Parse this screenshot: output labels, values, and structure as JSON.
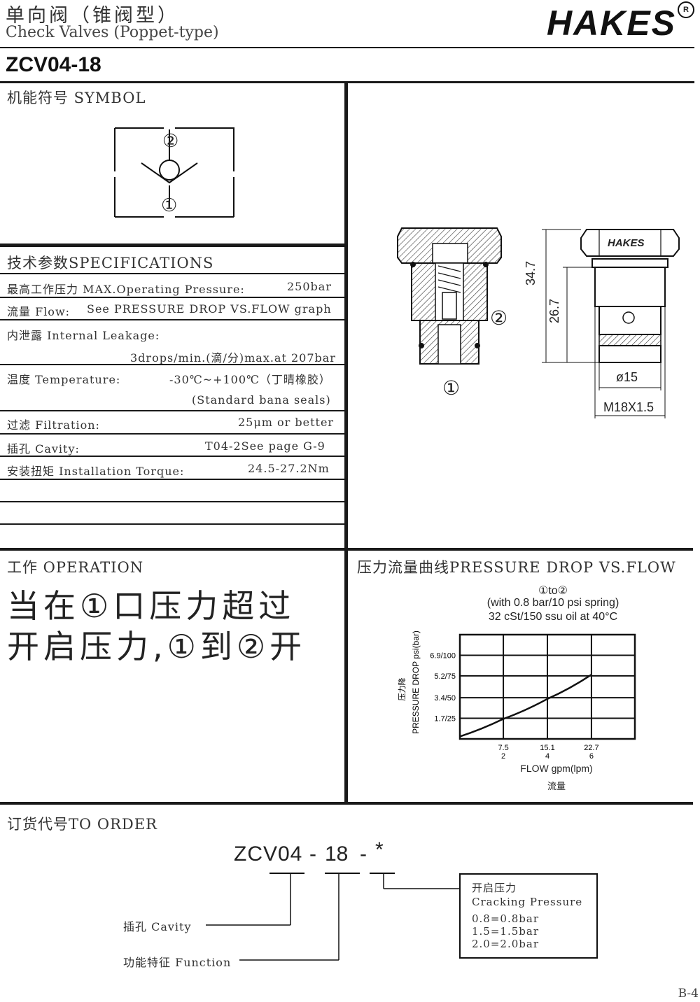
{
  "header": {
    "title_cn": "单向阀（锥阀型）",
    "title_en": "Check Valves (Poppet-type)",
    "brand": "HAKES",
    "registered_mark": "R",
    "model": "ZCV04-18"
  },
  "symbol": {
    "label": "机能符号 SYMBOL",
    "port_top": "②",
    "port_bottom": "①"
  },
  "specs": {
    "label": "技术参数SPECIFICATIONS",
    "rows": [
      {
        "name": "最高工作压力 MAX.Operating Pressure:",
        "value": "250bar"
      },
      {
        "name": "流量 Flow:",
        "value": "See PRESSURE DROP VS.FLOW graph"
      },
      {
        "name": "内泄露 Internal Leakage:",
        "value": ""
      },
      {
        "name": "",
        "value": "3drops/min.(滴/分)max.at 207bar"
      },
      {
        "name": "温度 Temperature:",
        "value": "-30℃~+100℃（丁晴橡胶）"
      },
      {
        "name": "",
        "value": "(Standard bana seals)"
      },
      {
        "name": "过滤 Filtration:",
        "value": "25μm or better"
      },
      {
        "name": "插孔 Cavity:",
        "value": "T04-2See page G-9"
      },
      {
        "name": "安装扭矩 Installation Torque:",
        "value": "24.5-27.2Nm"
      }
    ]
  },
  "drawing": {
    "port2": "②",
    "port1": "①",
    "dim_total": "34.7",
    "dim_body": "26.7",
    "dim_dia": "ø15",
    "dim_thread": "M18X1.5",
    "brand_on_part": "HAKES"
  },
  "operation": {
    "label": "工作 OPERATION",
    "line1": "当在①口压力超过",
    "line2": "开启压力,①到②开"
  },
  "graph": {
    "label": "压力流量曲线PRESSURE DROP VS.FLOW",
    "caption1": "①to②",
    "caption2": "(with 0.8 bar/10 psi spring)",
    "caption3": "32 cSt/150 ssu oil at 40°C",
    "ylabel_cn": "压力降",
    "ylabel_en": "PRESSURE DROP psi(bar)",
    "xlabel_en": "FLOW gpm(lpm)",
    "xlabel_cn": "流量"
  },
  "chart_data": {
    "type": "line",
    "x_ticks_lpm": [
      "7.5",
      "15.1",
      "22.7"
    ],
    "x_ticks_gpm": [
      "2",
      "4",
      "6"
    ],
    "y_ticks": [
      "6.9/100",
      "5.2/75",
      "3.4/50",
      "1.7/25"
    ],
    "xlim": [
      0,
      30.2
    ],
    "ylim": [
      0,
      8.6
    ],
    "series": [
      {
        "x": [
          0,
          7.5,
          15.1,
          22.7
        ],
        "y": [
          0.2,
          1.65,
          3.3,
          5.3
        ]
      }
    ]
  },
  "order": {
    "label": "订货代号TO ORDER",
    "code_model": "ZCV04",
    "code_dash1": "-",
    "code_cavity": "18",
    "code_dash2": "-",
    "code_star": "*",
    "cavity_label": "插孔 Cavity",
    "function_label": "功能特征 Function",
    "box_title_cn": "开启压力",
    "box_title_en": "Cracking Pressure",
    "options": [
      "0.8=0.8bar",
      "1.5=1.5bar",
      "2.0=2.0bar"
    ]
  },
  "footer": {
    "page": "B-4"
  }
}
